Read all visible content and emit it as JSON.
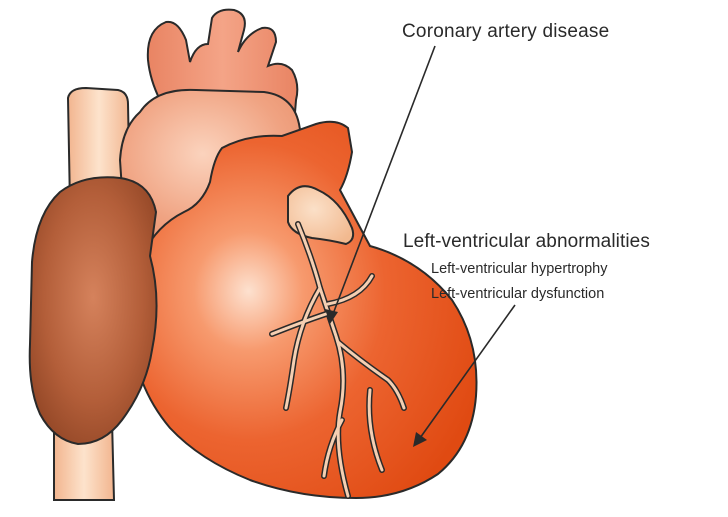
{
  "labels": {
    "coronary": "Coronary artery disease",
    "lv_abnormalities": "Left-ventricular abnormalities",
    "lv_hypertrophy": "Left-ventricular hypertrophy",
    "lv_dysfunction": "Left-ventricular dysfunction"
  },
  "colors": {
    "background": "#ffffff",
    "heart_main": "#e8561e",
    "heart_highlight": "#fbb89a",
    "atrium": "#f0a382",
    "aorta": "#ee8c6c",
    "vena_cava": "#f6c7a5",
    "right_atrium": "#a5502c",
    "outline": "#2a2a2a",
    "artery": "#f3c9aa"
  }
}
